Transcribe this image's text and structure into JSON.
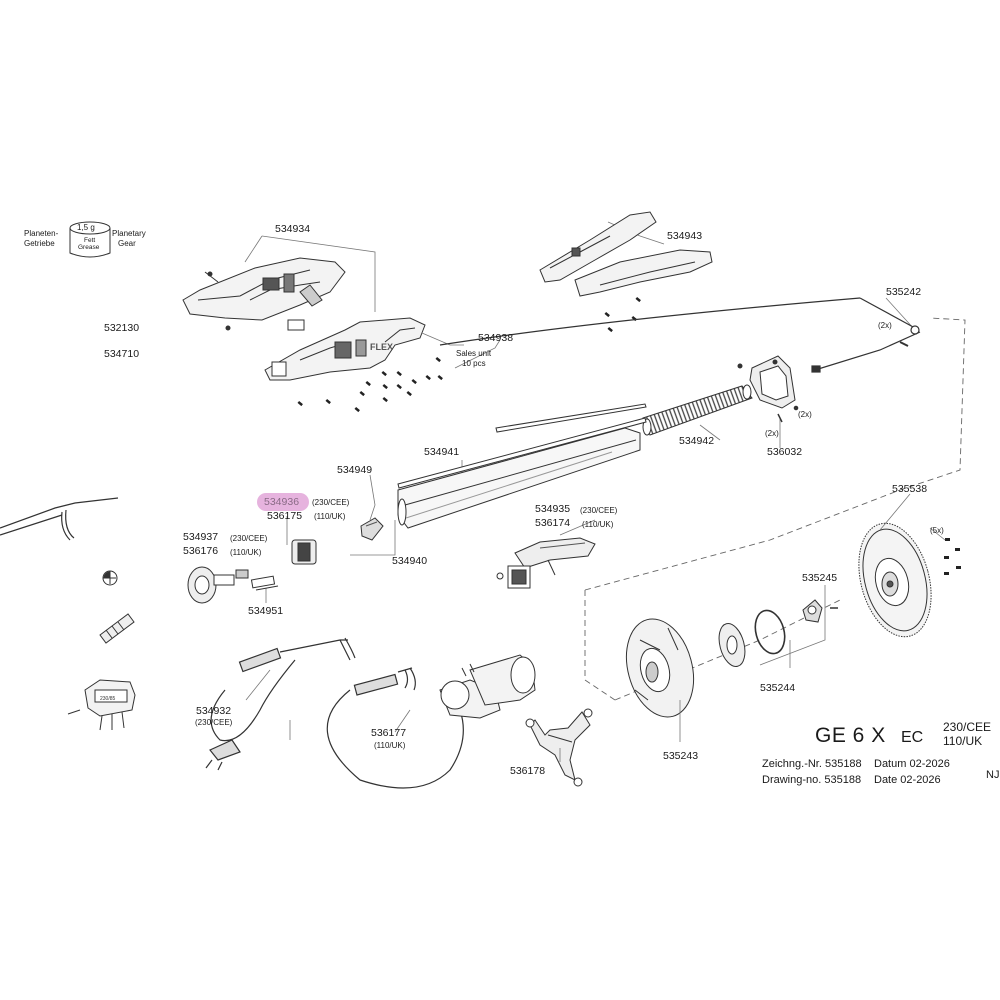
{
  "grease": {
    "left_line1": "Planeten-",
    "left_line2": "Getriebe",
    "right_line1": "Planetary",
    "right_line2": "Gear",
    "amount": "1,5 g",
    "word1": "Fett",
    "word2": "Grease"
  },
  "parts": {
    "p534934": "534934",
    "p534943": "534943",
    "p532130": "532130",
    "p534710": "534710",
    "p534938": "534938",
    "sales_unit_1": "Sales unit",
    "sales_unit_2": "10 pcs",
    "p535242": "535242",
    "twox_a": "(2x)",
    "p534942": "534942",
    "twox_b": "(2x)",
    "twox_c": "(2x)",
    "p536032": "536032",
    "p534941": "534941",
    "p534949": "534949",
    "p534936": "534936",
    "p534936_v": "(230/CEE)",
    "p536175": "536175",
    "p536175_v": "(110/UK)",
    "p534940": "534940",
    "p534935": "534935",
    "p534935_v": "(230/CEE)",
    "p536174": "536174",
    "p536174_v": "(110/UK)",
    "p534937": "534937",
    "p534937_v": "(230/CEE)",
    "p536176": "536176",
    "p536176_v": "(110/UK)",
    "p534951": "534951",
    "p535538": "535538",
    "fivex": "(5x)",
    "p535245": "535245",
    "p535244": "535244",
    "p535243": "535243",
    "p534932": "534932",
    "p534932_v": "(230/CEE)",
    "p536177": "536177",
    "p536177_v": "(110/UK)",
    "p536178": "536178",
    "brand_mark": "FLEX",
    "plug_mark": "230/85"
  },
  "titleblock": {
    "model": "GE 6 X",
    "ec": "EC",
    "volt1": "230/CEE",
    "volt2": "110/UK",
    "zeichnung": "Zeichng.-Nr. 535188",
    "datum": "Datum 02-2026",
    "drawing": "Drawing-no. 535188",
    "date": "Date  02-2026",
    "initials": "NJ"
  },
  "colors": {
    "line": "#333333",
    "highlight": "#e6b3de",
    "fill_light": "#e8e8e8",
    "fill_dark": "#555555"
  }
}
